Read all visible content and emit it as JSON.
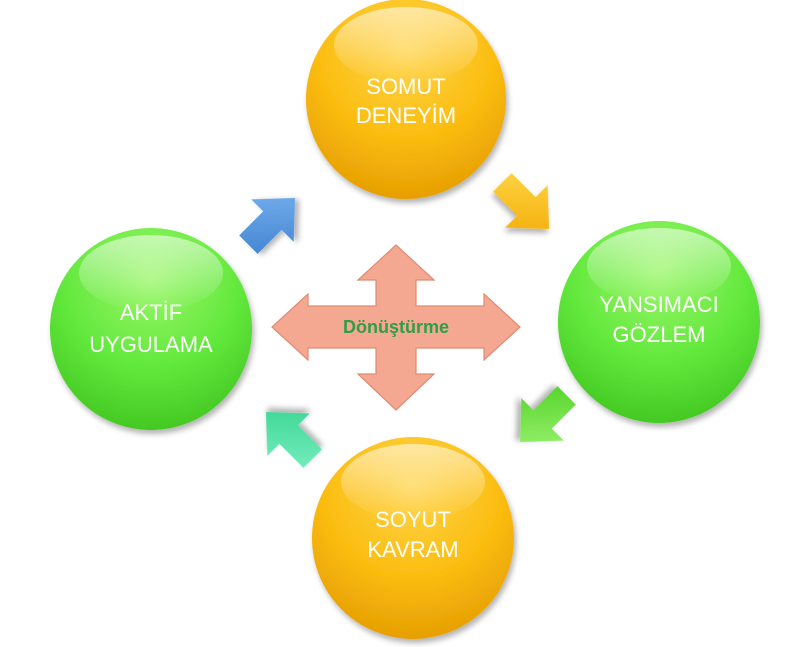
{
  "nodes": {
    "top": {
      "line1": "SOMUT",
      "line2": "DENEYİM"
    },
    "right": {
      "line1": "YANSIMACI",
      "line2": "GÖZLEM"
    },
    "bottom": {
      "line1": "SOYUT",
      "line2": "KAVRAM"
    },
    "left": {
      "line1": "AKTİF",
      "line2": "UYGULAMA"
    }
  },
  "center": {
    "label": "Dönüştürme"
  },
  "colors": {
    "orange_node": "#fbb900",
    "green_node": "#5ee53a",
    "arrow_orange": "#f9b800",
    "arrow_green": "#5ddc2e",
    "arrow_teal": "#3ddc9c",
    "arrow_blue": "#4a8fd8",
    "center_fill": "#f4a891",
    "center_text": "#2e9e4a"
  }
}
